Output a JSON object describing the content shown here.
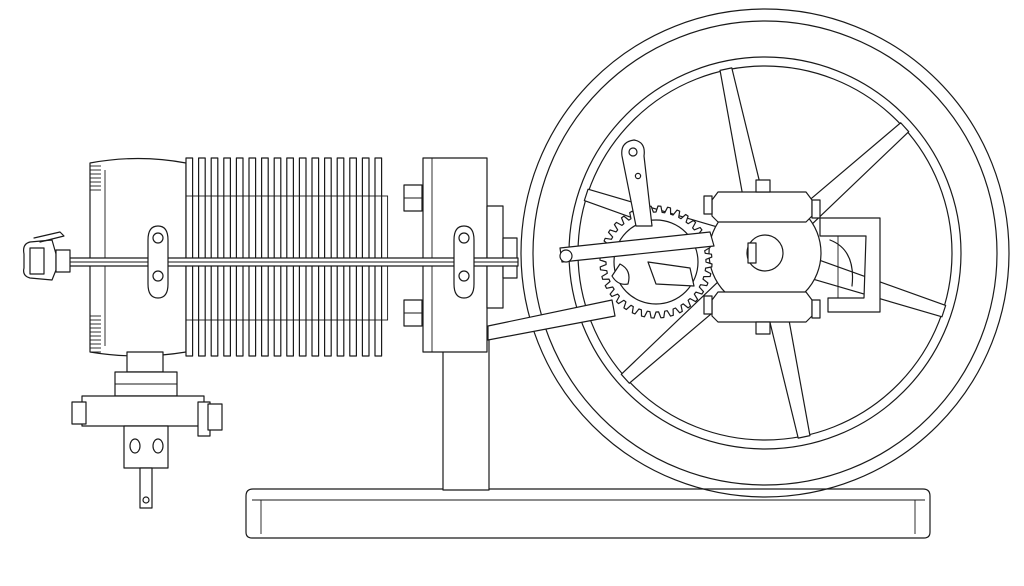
{
  "drawing": {
    "subject": "stirling-engine-side-elevation",
    "line_color": "#1a1a1a",
    "background_color": "#ffffff",
    "cooling_fin_count": 16,
    "flywheel_spoke_count": 6,
    "gear_tooth_count": 36
  }
}
